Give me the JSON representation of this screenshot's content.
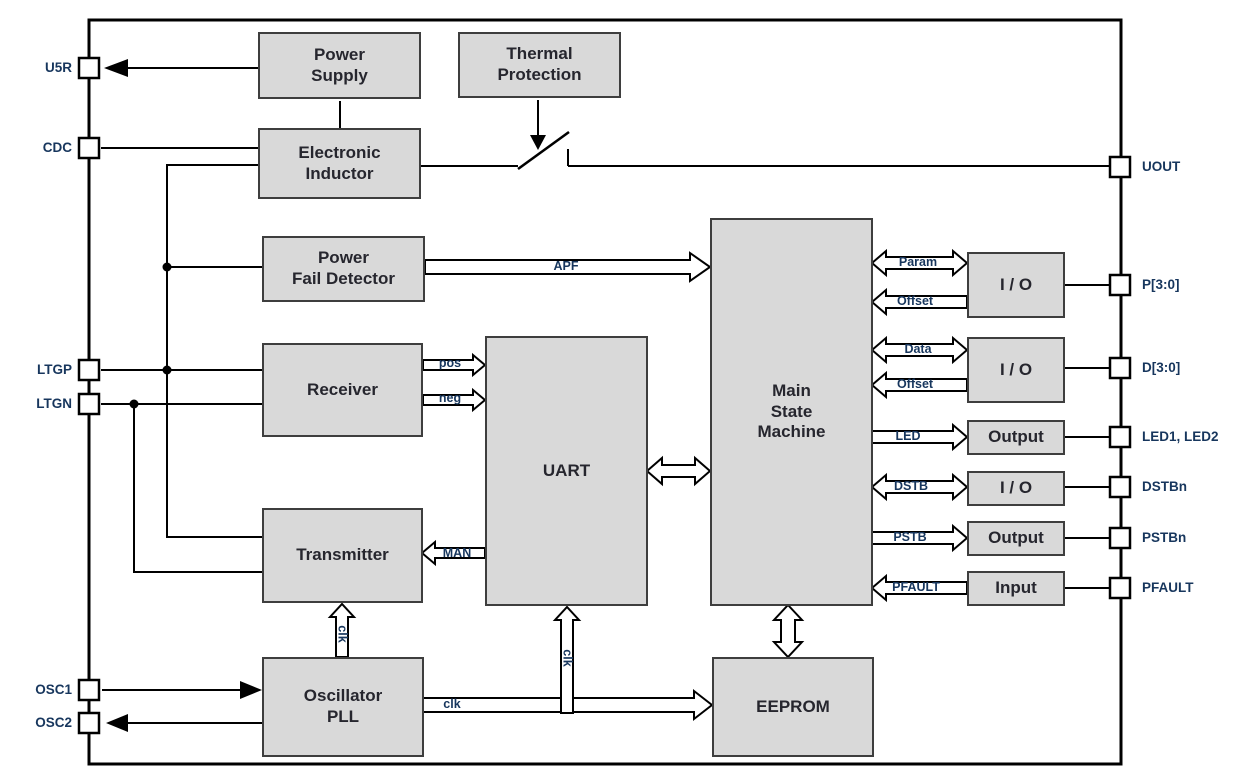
{
  "blocks": {
    "power_supply": "Power\nSupply",
    "thermal_protection": "Thermal\nProtection",
    "electronic_inductor": "Electronic\nInductor",
    "power_fail_detector": "Power\nFail Detector",
    "receiver": "Receiver",
    "uart": "UART",
    "main_state_machine": "Main\nState\nMachine",
    "transmitter": "Transmitter",
    "oscillator_pll": "Oscillator\nPLL",
    "eeprom": "EEPROM",
    "io_param": "I / O",
    "io_data": "I / O",
    "output_led": "Output",
    "io_dstb": "I / O",
    "output_pstb": "Output",
    "input_pfault": "Input"
  },
  "pins": {
    "left": [
      {
        "label": "U5R"
      },
      {
        "label": "CDC"
      },
      {
        "label": "LTGP"
      },
      {
        "label": "LTGN"
      },
      {
        "label": "OSC1"
      },
      {
        "label": "OSC2"
      }
    ],
    "right": [
      {
        "label": "UOUT"
      },
      {
        "label": "P[3:0]"
      },
      {
        "label": "D[3:0]"
      },
      {
        "label": "LED1, LED2"
      },
      {
        "label": "DSTBn"
      },
      {
        "label": "PSTBn"
      },
      {
        "label": "PFAULT"
      }
    ]
  },
  "signals": {
    "apf": "APF",
    "pos": "pos",
    "neg": "neg",
    "man": "MAN",
    "param": "Param",
    "offset_param": "Offset",
    "data": "Data",
    "offset_data": "Offset",
    "led": "LED",
    "dstb": "DSTB",
    "pstb": "PSTB",
    "pfault": "PFAULT",
    "clk_transmitter": "clk",
    "clk_uart": "clk",
    "clk_eeprom": "clk"
  },
  "colors": {
    "block_fill": "#d9d9d9",
    "block_border": "#3e3e3e",
    "line": "#000000",
    "signal_text": "#17365d",
    "block_text": "#26262e"
  }
}
